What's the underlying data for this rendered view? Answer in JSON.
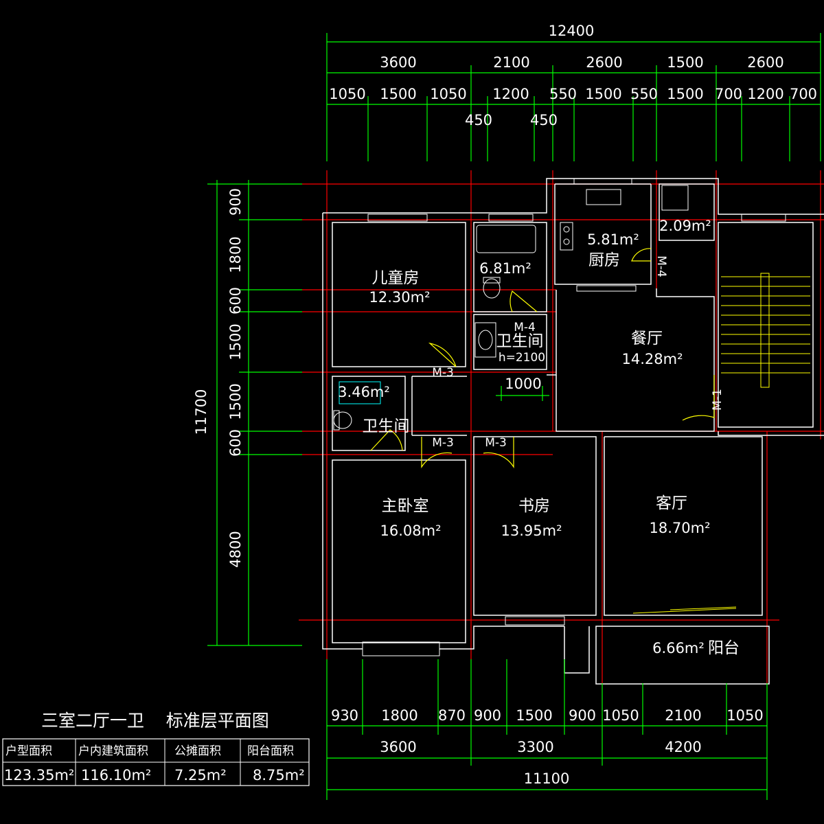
{
  "dimensions": {
    "top_total": "12400",
    "top_row1": [
      "3600",
      "2100",
      "2600",
      "1500",
      "2600"
    ],
    "top_row2": [
      "1050",
      "1500",
      "1050",
      "1200",
      "550",
      "1500",
      "550",
      "1500",
      "700",
      "1200",
      "700"
    ],
    "top_row3": [
      "450",
      "450"
    ],
    "left_total": "11700",
    "left_parts": [
      "900",
      "1800",
      "600",
      "1500",
      "1500",
      "600",
      "4800"
    ],
    "bottom_row1": [
      "930",
      "1800",
      "870",
      "900",
      "1500",
      "900",
      "1050",
      "2100",
      "1050"
    ],
    "bottom_row2": [
      "3600",
      "3300",
      "4200"
    ],
    "bottom_total": "11100",
    "wc_door_width": "1000"
  },
  "rooms": {
    "children_room": {
      "name": "儿童房",
      "area": "12.30m²"
    },
    "bath_main": {
      "name": "卫生间",
      "area": "6.81m²",
      "door": "M-4",
      "height": "h=2100"
    },
    "kitchen": {
      "name": "厨房",
      "area": "5.81m²"
    },
    "utility": {
      "area": "2.09m²"
    },
    "dining": {
      "name": "餐厅",
      "area": "14.28m²"
    },
    "bath_small": {
      "name": "卫生间",
      "area": "3.46m²"
    },
    "master_bedroom": {
      "name": "主卧室",
      "area": "16.08m²"
    },
    "study": {
      "name": "书房",
      "area": "13.95m²"
    },
    "living_room": {
      "name": "客厅",
      "area": "18.70m²"
    },
    "balcony": {
      "name": "阳台",
      "area": "6.66m²"
    }
  },
  "doors": {
    "m3": "M-3",
    "m4": "M-4",
    "m1": "M-1"
  },
  "drawing_title": "三室二厅一卫    标准层平面图",
  "summary_table": {
    "headers": [
      "户型面积",
      "户内建筑面积",
      "公摊面积",
      "阳台面积"
    ],
    "values": [
      "123.35m²",
      "116.10m²",
      "7.25m²",
      "8.75m²"
    ]
  },
  "colors": {
    "background": "#000000",
    "dimension": "#00ff00",
    "wall": "#ffffff",
    "axis": "#ff0000",
    "door": "#ffff00",
    "fixture": "#00ffff"
  }
}
